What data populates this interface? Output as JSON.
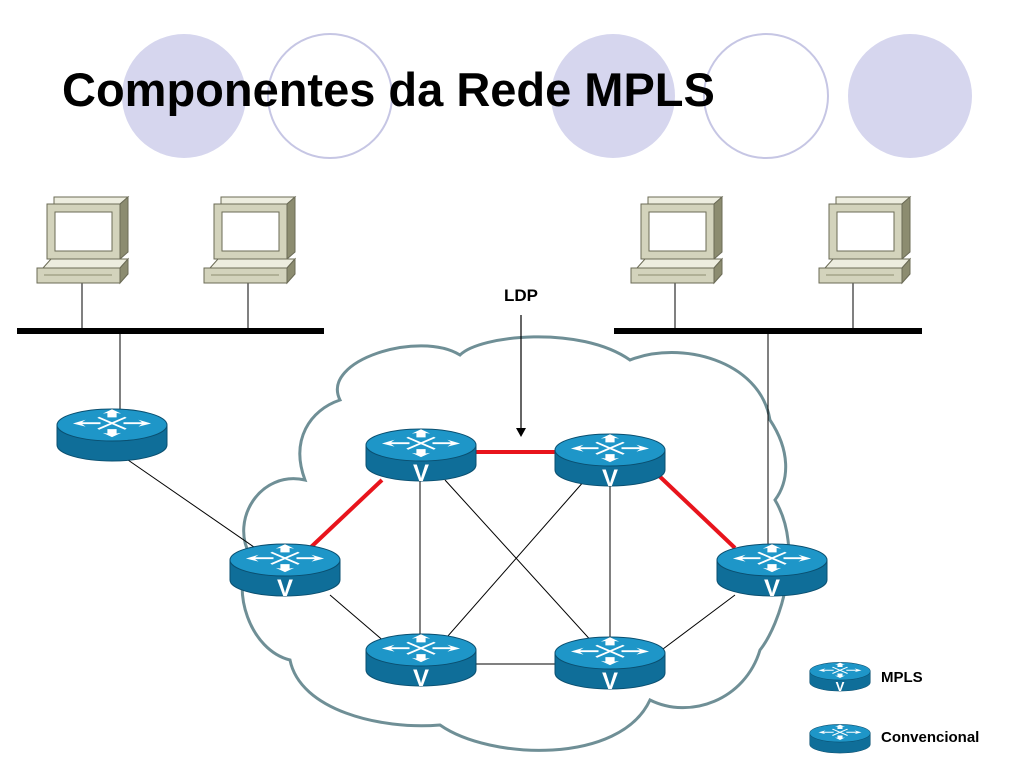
{
  "slide": {
    "title": "Componentes da Rede MPLS"
  },
  "diagram": {
    "ldp_label": "LDP",
    "legend": {
      "mpls": "MPLS",
      "convencional": "Convencional"
    },
    "colors": {
      "decor_circle_fill": "#d6d6ee",
      "decor_circle_stroke": "#c6c6e4",
      "router_blue": "#1e96c8",
      "router_dark": "#0f6e99",
      "cloud_stroke": "#6f8f96",
      "ldp_link": "#e8141c"
    },
    "nodes": [
      {
        "id": "pc1",
        "kind": "computer"
      },
      {
        "id": "pc2",
        "kind": "computer"
      },
      {
        "id": "pc3",
        "kind": "computer"
      },
      {
        "id": "pc4",
        "kind": "computer"
      },
      {
        "id": "router-conv",
        "kind": "conventional-router"
      },
      {
        "id": "lsr-edge-left",
        "kind": "mpls-router"
      },
      {
        "id": "lsr-top-left",
        "kind": "mpls-router"
      },
      {
        "id": "lsr-top-right",
        "kind": "mpls-router"
      },
      {
        "id": "lsr-edge-right",
        "kind": "mpls-router"
      },
      {
        "id": "lsr-bottom-left",
        "kind": "mpls-router"
      },
      {
        "id": "lsr-bottom-right",
        "kind": "mpls-router"
      }
    ]
  }
}
